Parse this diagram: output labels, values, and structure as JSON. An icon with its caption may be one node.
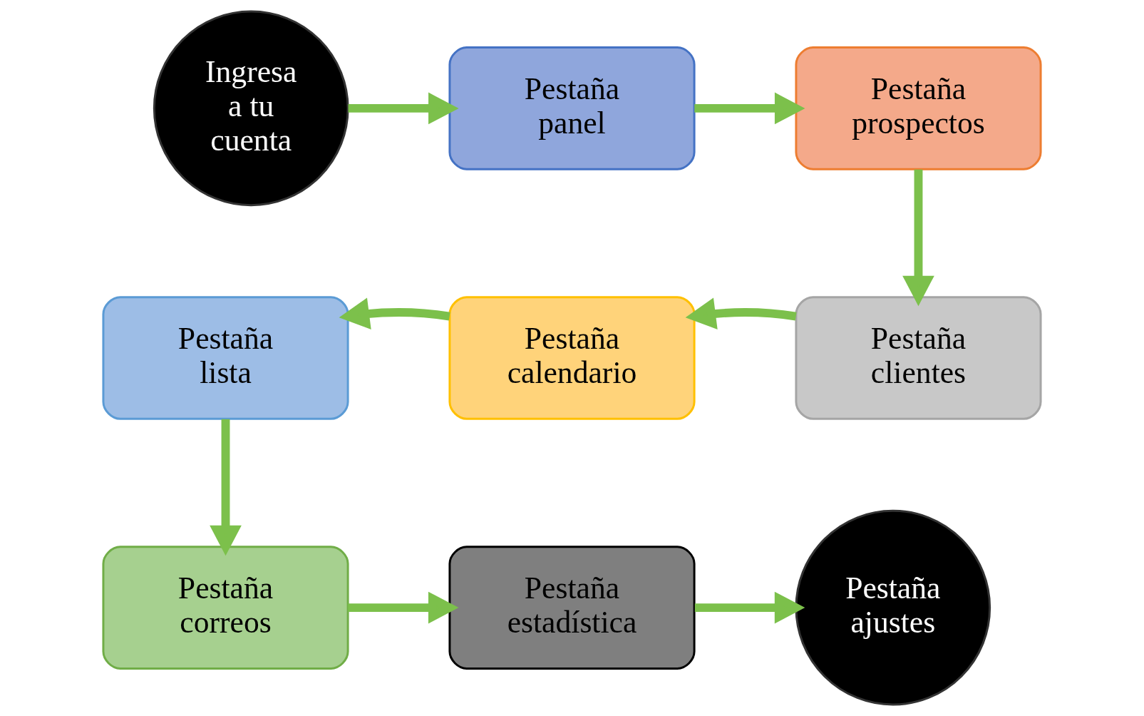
{
  "diagram": {
    "nodes": [
      {
        "text": [
          "Ingresa a tu cuenta"
        ]
      },
      {
        "text": [
          "Pestaña panel"
        ]
      },
      {
        "text": [
          "Pestaña prospectos"
        ]
      },
      {
        "text": [
          "Pestaña lista"
        ]
      },
      {
        "text": [
          "Pestaña calendario"
        ]
      },
      {
        "text": [
          "Pestaña clientes"
        ]
      },
      {
        "text": [
          "Pestaña correos"
        ]
      },
      {
        "text": [
          "Pestaña estadística"
        ]
      },
      {
        "text": [
          "Pestaña ajustes"
        ]
      }
    ],
    "edges": [
      {
        "from": 0,
        "to": 1,
        "arrow": "to"
      },
      {
        "from": 1,
        "to": 2,
        "arrow": "to"
      },
      {
        "from": 2,
        "to": 5,
        "arrow": "to"
      },
      {
        "from": 5,
        "to": 4,
        "arrow": "to"
      },
      {
        "from": 4,
        "to": 3,
        "arrow": "to"
      },
      {
        "from": 3,
        "to": 6,
        "arrow": "to"
      },
      {
        "from": 6,
        "to": 7,
        "arrow": "to"
      },
      {
        "from": 7,
        "to": 8,
        "arrow": "to"
      }
    ]
  }
}
